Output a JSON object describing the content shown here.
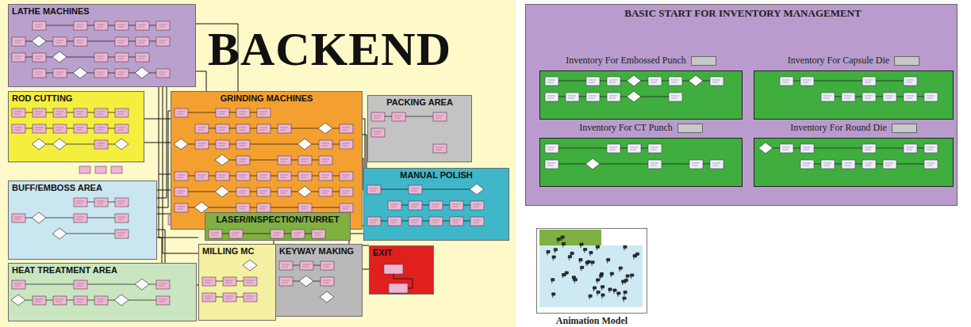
{
  "diagram": {
    "title": "BACKEND",
    "nodes": [
      {
        "text": [
          "LATHE MACHINES"
        ]
      },
      {
        "text": [
          "ROD CUTTING"
        ]
      },
      {
        "text": [
          "GRINDING MACHINES"
        ]
      },
      {
        "text": [
          "PACKING AREA"
        ]
      },
      {
        "text": [
          "BUFF/EMBOSS AREA"
        ]
      },
      {
        "text": [
          "MANUAL POLISH"
        ]
      },
      {
        "text": [
          "LASER/INSPECTION/TURRET"
        ]
      },
      {
        "text": [
          "MILLING MC"
        ]
      },
      {
        "text": [
          "KEYWAY MAKING"
        ]
      },
      {
        "text": [
          "EXIT"
        ]
      },
      {
        "text": [
          "HEAT TREATMENT AREA"
        ]
      },
      {
        "text": [
          "BASIC START FOR INVENTORY MANAGEMENT"
        ]
      },
      {
        "text": [
          "Inventory For Embossed Punch"
        ],
        "in": 11
      },
      {
        "text": [
          "Inventory For Capsule Die"
        ],
        "in": 11
      },
      {
        "text": [
          "Inventory For CT Punch"
        ],
        "in": 11
      },
      {
        "text": [
          "Inventory For Round Die"
        ],
        "in": 11
      },
      {
        "text": [
          "Animation Model"
        ]
      }
    ]
  }
}
